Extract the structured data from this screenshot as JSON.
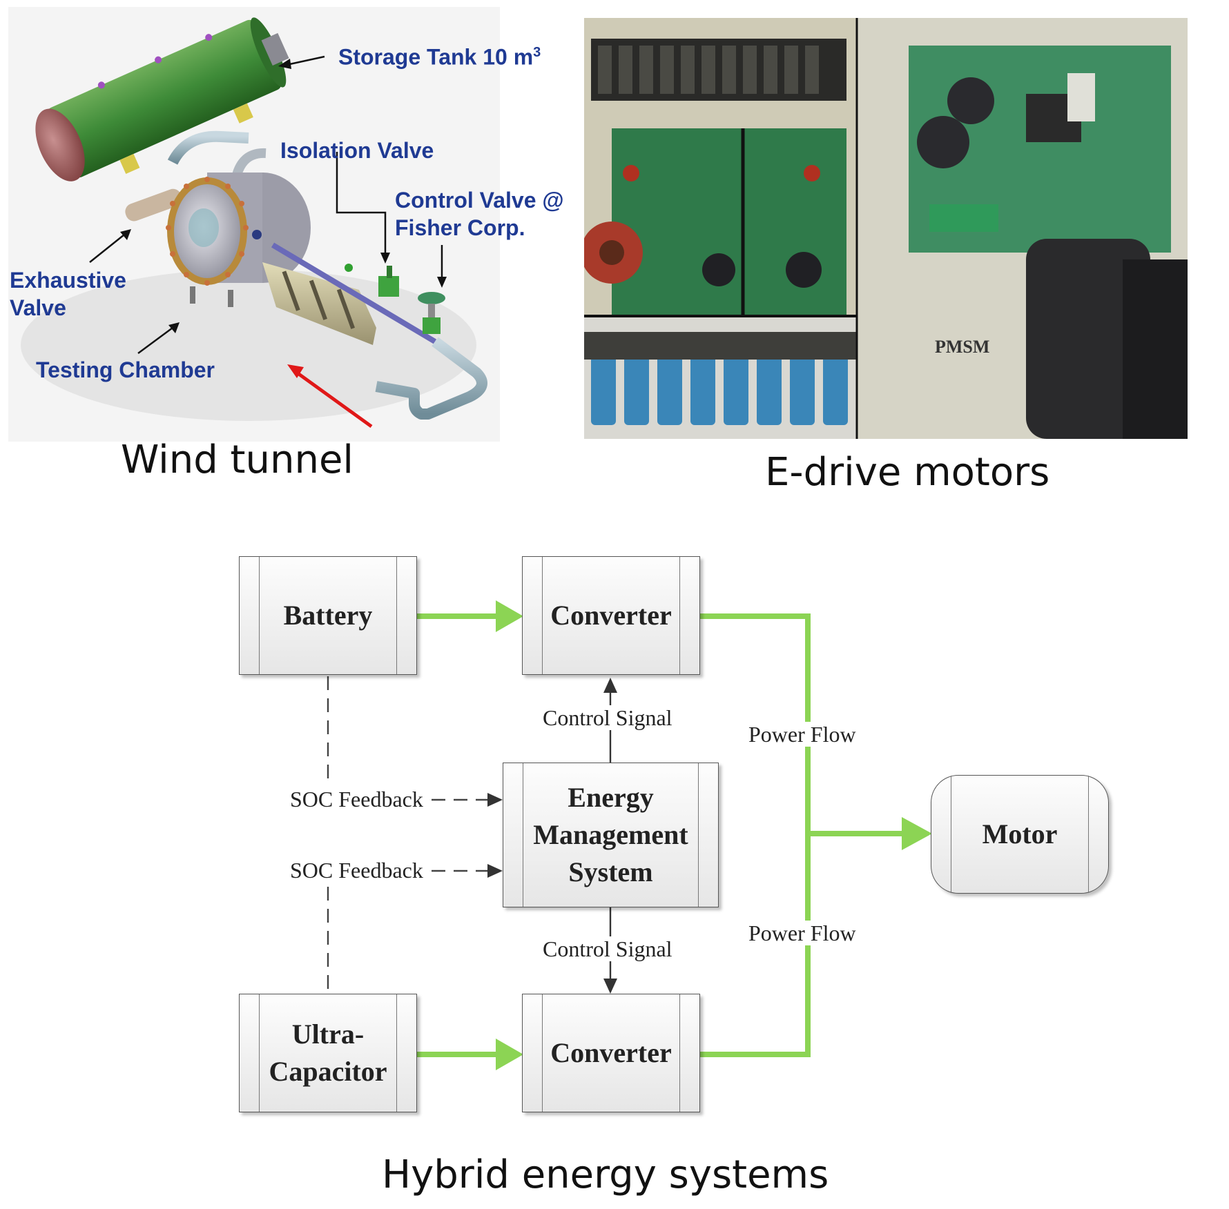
{
  "wind_tunnel": {
    "caption": "Wind tunnel",
    "labels": {
      "storage_tank": "Storage Tank 10 m",
      "storage_tank_sup": "3",
      "isolation_valve": "Isolation Valve",
      "control_valve_line1": "Control Valve @",
      "control_valve_line2": "Fisher Corp.",
      "exhaustive_valve_line1": "Exhaustive",
      "exhaustive_valve_line2": "Valve",
      "testing_chamber": "Testing Chamber"
    }
  },
  "e_drive": {
    "caption": "E-drive motors",
    "pmsm_label": "PMSM"
  },
  "hybrid": {
    "caption": "Hybrid energy systems",
    "blocks": {
      "battery": "Battery",
      "converter_top": "Converter",
      "ems": "Energy\nManagement\nSystem",
      "ultracap": "Ultra-\nCapacitor",
      "converter_bottom": "Converter",
      "motor": "Motor"
    },
    "labels": {
      "control_signal_top": "Control Signal",
      "control_signal_bottom": "Control Signal",
      "soc_feedback_top": "SOC Feedback",
      "soc_feedback_bottom": "SOC Feedback",
      "power_flow_top": "Power Flow",
      "power_flow_bottom": "Power Flow"
    },
    "colors": {
      "power_flow": "#8cd454",
      "signal": "#333333"
    }
  }
}
